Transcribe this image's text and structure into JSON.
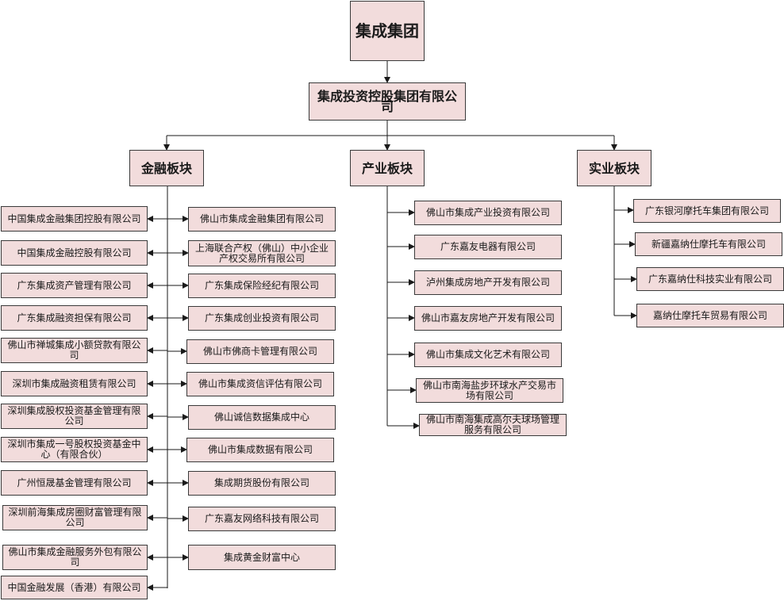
{
  "root": {
    "label": "集成集团"
  },
  "holding": {
    "label": "集成投资控股集团有限公司"
  },
  "sectors": {
    "finance": {
      "label": "金融板块",
      "left": [
        "中国集成金融集团控股有限公司",
        "中国集成金融控股有限公司",
        "广东集成资产管理有限公司",
        "广东集成融资担保有限公司",
        "佛山市禅城集成小额贷款有限公司",
        "深圳市集成融资租赁有限公司",
        "深圳集成股权投资基金管理有限公司",
        "深圳市集成一号股权投资基金中心（有限合伙）",
        "广州恒晟基金管理有限公司",
        "深圳前海集成房圈财富管理有限公司",
        "佛山市集成金融服务外包有限公司",
        "中国金融发展（香港）有限公司"
      ],
      "right": [
        "佛山市集成金融集团有限公司",
        "上海联合产权（佛山）中小企业产权交易所有限公司",
        "广东集成保险经纪有限公司",
        "广东集成创业投资有限公司",
        "佛山市佛商卡管理有限公司",
        "佛山市集成资信评估有限公司",
        "佛山诚信数据集成中心",
        "佛山市集成数据有限公司",
        "集成期货股份有限公司",
        "广东嘉友网络科技有限公司",
        "集成黄金财富中心"
      ]
    },
    "industry": {
      "label": "产业板块",
      "items": [
        "佛山市集成产业投资有限公司",
        "广东嘉友电器有限公司",
        "泸州集成房地产开发有限公司",
        "佛山市嘉友房地产开发有限公司",
        "佛山市集成文化艺术有限公司",
        "佛山市南海盐步环球水产交易市场有限公司",
        "佛山市南海集成高尔夫球场管理服务有限公司"
      ]
    },
    "enterprise": {
      "label": "实业板块",
      "items": [
        "广东银河摩托车集团有限公司",
        "新疆嘉纳仕摩托车有限公司",
        "广东嘉纳仕科技实业有限公司",
        "嘉纳仕摩托车贸易有限公司"
      ]
    }
  }
}
